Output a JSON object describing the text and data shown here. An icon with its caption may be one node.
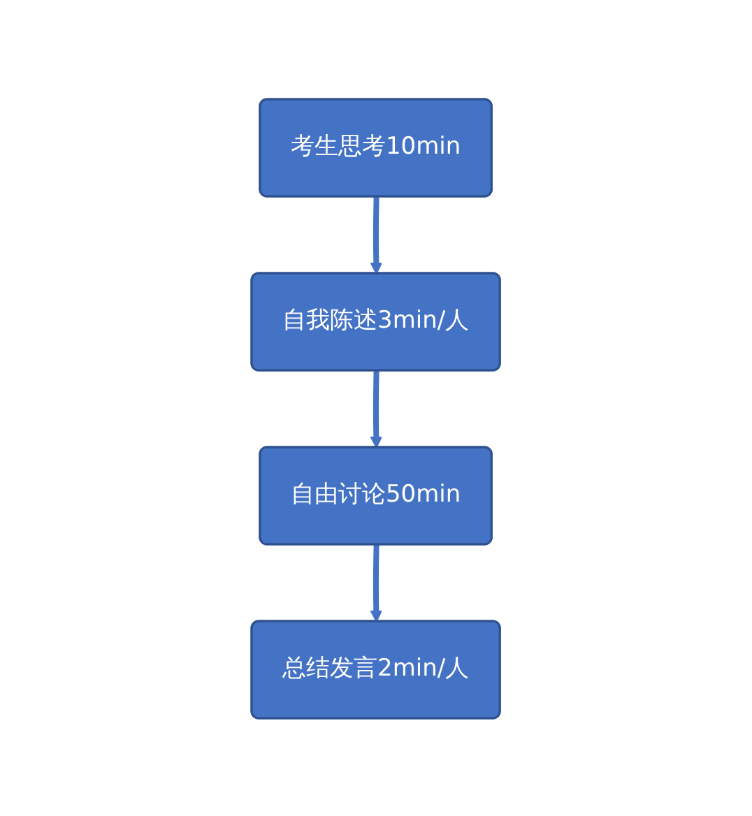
{
  "diagram": {
    "nodes": [
      {
        "text": [
          "考生思考10min"
        ]
      },
      {
        "text": [
          "自我陈述3min/人"
        ]
      },
      {
        "text": [
          "自由讨论50min"
        ]
      },
      {
        "text": [
          "总结发言2min/人"
        ]
      }
    ],
    "edges": [
      {
        "from": 0,
        "to": 1,
        "arrow": "to"
      },
      {
        "from": 1,
        "to": 2,
        "arrow": "to"
      },
      {
        "from": 2,
        "to": 3,
        "arrow": "to"
      }
    ]
  }
}
